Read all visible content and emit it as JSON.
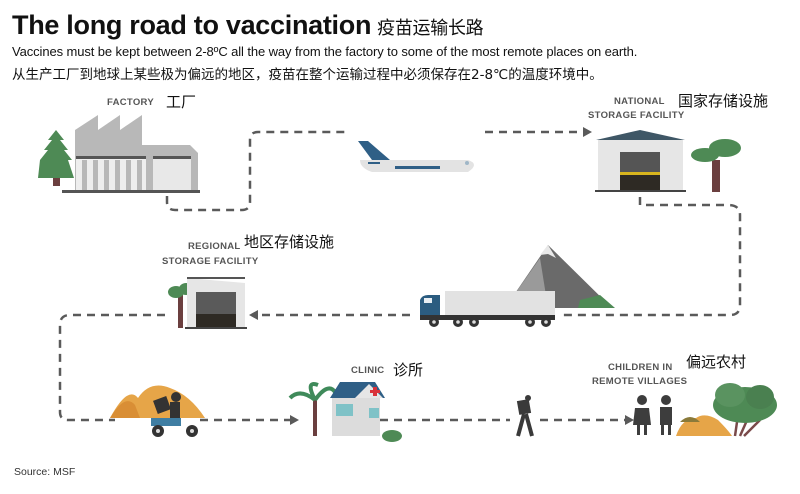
{
  "header": {
    "title": "The long road to vaccination",
    "title_zh": "疫苗运输长路",
    "subtitle_en": "Vaccines must be kept between 2-8ºC all the way from the factory to some of the most remote places on earth.",
    "subtitle_zh": "从生产工厂到地球上某些极为偏远的地区，疫苗在整个运输过程中必须保存在2-8℃的温度环境中。"
  },
  "stages": [
    {
      "id": "factory",
      "label": "FACTORY",
      "label_zh": "工厂",
      "icon": "factory-icon"
    },
    {
      "id": "airplane",
      "label": "",
      "label_zh": "",
      "icon": "airplane-icon"
    },
    {
      "id": "national",
      "label": "NATIONAL\nSTORAGE FACILITY",
      "label_line1": "NATIONAL",
      "label_line2": "STORAGE FACILITY",
      "label_zh": "国家存储设施",
      "icon": "warehouse-icon"
    },
    {
      "id": "truck",
      "label": "",
      "label_zh": "",
      "icon": "truck-icon"
    },
    {
      "id": "regional",
      "label_line1": "REGIONAL",
      "label_line2": "STORAGE FACILITY",
      "label_zh": "地区存储设施",
      "icon": "storage-shed-icon"
    },
    {
      "id": "motorbike",
      "label": "",
      "label_zh": "",
      "icon": "motorbike-icon"
    },
    {
      "id": "clinic",
      "label": "CLINIC",
      "label_zh": "诊所",
      "icon": "clinic-icon"
    },
    {
      "id": "walker",
      "label": "",
      "label_zh": "",
      "icon": "hiker-icon"
    },
    {
      "id": "villages",
      "label_line1": "CHILDREN IN",
      "label_line2": "REMOTE VILLAGES",
      "label_zh": "偏远农村",
      "icon": "children-village-icon"
    }
  ],
  "colors": {
    "path": "#5a5a5a",
    "building_grey": "#b8b8b8",
    "tree_green": "#4e8a55",
    "roof_blue": "#2f5f86",
    "truck_blue": "#2b5c80",
    "sand_orange": "#e6a548",
    "cross_red": "#d9323a",
    "trunk_brown": "#6b3f3f"
  },
  "footer": {
    "source": "Source: MSF"
  }
}
